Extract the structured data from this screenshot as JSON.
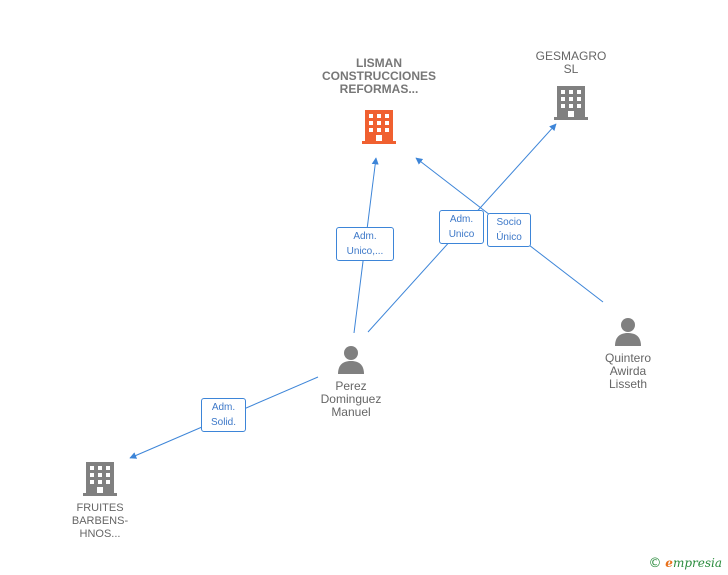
{
  "nodes": {
    "lisman": {
      "lines": [
        "LISMAN",
        "CONSTRUCCIONES",
        "REFORMAS..."
      ],
      "kind": "company",
      "color": "#f06030"
    },
    "gesmagro": {
      "lines": [
        "GESMAGRO",
        "SL"
      ],
      "kind": "company",
      "color": "#808080"
    },
    "fruites": {
      "lines": [
        "FRUITES",
        "BARBENS-",
        "HNOS..."
      ],
      "kind": "company",
      "color": "#808080"
    },
    "perez": {
      "lines": [
        "Perez",
        "Dominguez",
        "Manuel"
      ],
      "kind": "person",
      "color": "#808080"
    },
    "quintero": {
      "lines": [
        "Quintero",
        "Awirda",
        "Lisseth"
      ],
      "kind": "person",
      "color": "#808080"
    }
  },
  "relations": {
    "perez_lisman": [
      "Adm.",
      "Unico,..."
    ],
    "perez_gesmagro": [
      "Adm.",
      "Unico"
    ],
    "quintero_lisman": [
      "Socio",
      "Único"
    ],
    "perez_fruites": [
      "Adm.",
      "Solid."
    ]
  },
  "colors": {
    "edge": "#3d85d8"
  },
  "brand": {
    "copyright": "©",
    "initial": "e",
    "name": "mpresia"
  }
}
